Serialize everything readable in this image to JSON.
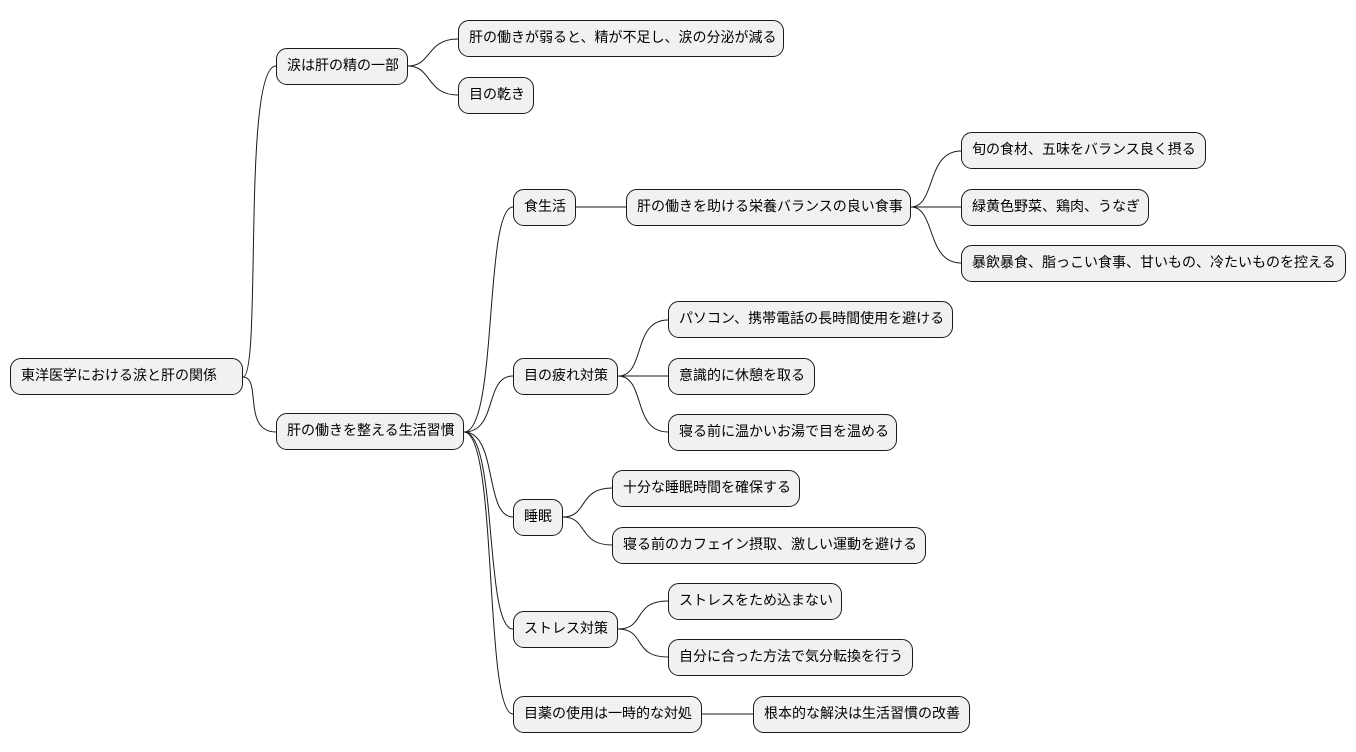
{
  "mindmap": {
    "root": "東洋医学における涙と肝の関係",
    "branches": [
      {
        "label": "涙は肝の精の一部",
        "children": [
          {
            "label": "肝の働きが弱ると、精が不足し、涙の分泌が減る"
          },
          {
            "label": "目の乾き"
          }
        ]
      },
      {
        "label": "肝の働きを整える生活習慣",
        "children": [
          {
            "label": "食生活",
            "child": {
              "label": "肝の働きを助ける栄養バランスの良い食事",
              "children": [
                {
                  "label": "旬の食材、五味をバランス良く摂る"
                },
                {
                  "label": "緑黄色野菜、鶏肉、うなぎ"
                },
                {
                  "label": "暴飲暴食、脂っこい食事、甘いもの、冷たいものを控える"
                }
              ]
            }
          },
          {
            "label": "目の疲れ対策",
            "children": [
              {
                "label": "パソコン、携帯電話の長時間使用を避ける"
              },
              {
                "label": "意識的に休憩を取る"
              },
              {
                "label": "寝る前に温かいお湯で目を温める"
              }
            ]
          },
          {
            "label": "睡眠",
            "children": [
              {
                "label": "十分な睡眠時間を確保する"
              },
              {
                "label": "寝る前のカフェイン摂取、激しい運動を避ける"
              }
            ]
          },
          {
            "label": "ストレス対策",
            "children": [
              {
                "label": "ストレスをため込まない"
              },
              {
                "label": "自分に合った方法で気分転換を行う"
              }
            ]
          },
          {
            "label": "目薬の使用は一時的な対処",
            "child": {
              "label": "根本的な解決は生活習慣の改善"
            }
          }
        ]
      }
    ]
  }
}
